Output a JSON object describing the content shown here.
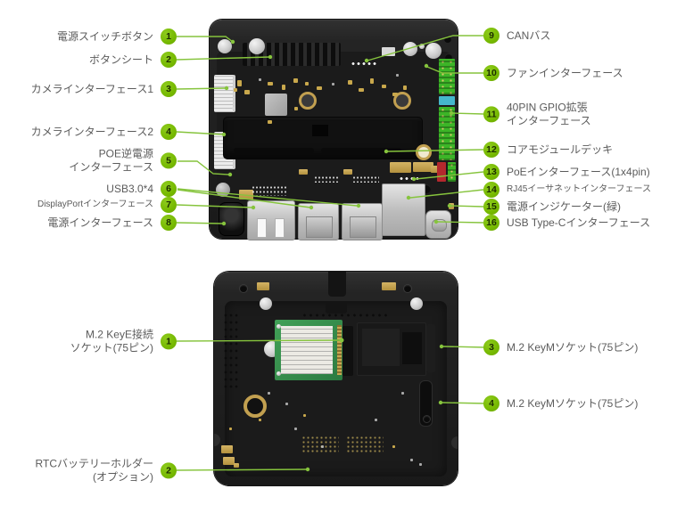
{
  "colors": {
    "accent_green": "#76b900",
    "leader_line_green": "#86c43d",
    "label_gray": "#5b5b5b",
    "board_black": "#1e1e1e",
    "pin_header_green": "#3cb527",
    "pin_header_blue": "#45b7cc",
    "poe_connector_red": "#b3282d"
  },
  "top_view": {
    "left_callouts": [
      {
        "num": "1",
        "label": "電源スイッチボタン"
      },
      {
        "num": "2",
        "label": "ボタンシート"
      },
      {
        "num": "3",
        "label": "カメラインターフェース1"
      },
      {
        "num": "4",
        "label": "カメラインターフェース2"
      },
      {
        "num": "5",
        "label": "POE逆電源\nインターフェース"
      },
      {
        "num": "6",
        "label": "USB3.0*4"
      },
      {
        "num": "7",
        "label": "DisplayPortインターフェース"
      },
      {
        "num": "8",
        "label": "電源インターフェース"
      }
    ],
    "right_callouts": [
      {
        "num": "9",
        "label": "CANバス"
      },
      {
        "num": "10",
        "label": "ファンインターフェース"
      },
      {
        "num": "11",
        "label": "40PIN GPIO拡張\nインターフェース"
      },
      {
        "num": "12",
        "label": "コアモジュールデッキ"
      },
      {
        "num": "13",
        "label": "PoEインターフェース(1x4pin)"
      },
      {
        "num": "14",
        "label": "RJ45イーサネットインターフェース"
      },
      {
        "num": "15",
        "label": "電源インジケーター(緑)"
      },
      {
        "num": "16",
        "label": "USB Type-Cインターフェース"
      }
    ]
  },
  "bottom_view": {
    "left_callouts": [
      {
        "num": "1",
        "label": "M.2 KeyE接続\nソケット(75ピン)"
      },
      {
        "num": "2",
        "label": "RTCバッテリーホルダー\n(オプション)"
      }
    ],
    "right_callouts": [
      {
        "num": "3",
        "label": "M.2 KeyMソケット(75ピン)"
      },
      {
        "num": "4",
        "label": "M.2 KeyMソケット(75ピン)"
      }
    ]
  }
}
